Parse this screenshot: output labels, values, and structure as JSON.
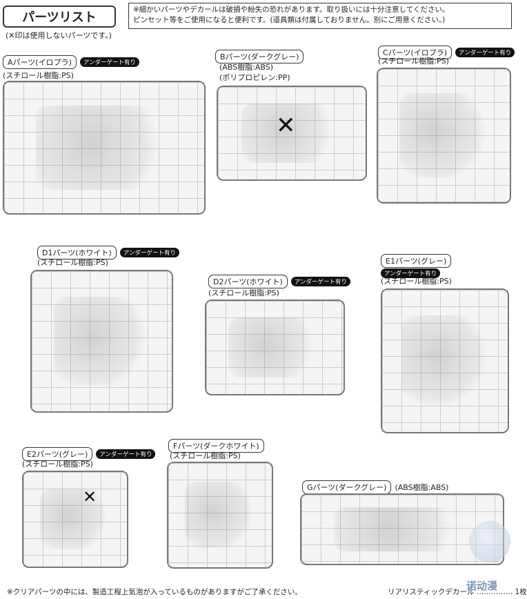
{
  "header": {
    "title": "パーツリスト",
    "unused_note": "(✕印は使用しないパーツです。)",
    "notice_lines": [
      "※細かいパーツやデカールは破損や紛失の恐れがあります。取り扱いには十分注意してください。",
      "ピンセット等をご使用になると便利です。(道具類は付属しておりません。別にご用意ください。)"
    ]
  },
  "sections": {
    "a": {
      "title": "Aパーツ(イロプラ)",
      "badge": "アンダーゲート有り",
      "materials": [
        "(スチロール樹脂:PS)"
      ]
    },
    "b": {
      "title": "Bパーツ(ダークグレー)",
      "badge": "",
      "materials": [
        "(ABS樹脂:ABS)",
        "(ポリプロピレン:PP)"
      ]
    },
    "c": {
      "title": "Cパーツ(イロプラ)",
      "badge": "アンダーゲート有り",
      "materials": [
        "(スチロール樹脂:PS)"
      ]
    },
    "d1": {
      "title": "D1パーツ(ホワイト)",
      "badge": "アンダーゲート有り",
      "materials": [
        "(スチロール樹脂:PS)"
      ]
    },
    "d2": {
      "title": "D2パーツ(ホワイト)",
      "badge": "アンダーゲート有り",
      "materials": [
        "(スチロール樹脂:PS)"
      ]
    },
    "e1": {
      "title": "E1パーツ(グレー)",
      "badge": "アンダーゲート有り",
      "materials": [
        "(スチロール樹脂:PS)"
      ]
    },
    "e2": {
      "title": "E2パーツ(グレー)",
      "badge": "アンダーゲート有り",
      "materials": [
        "(スチロール樹脂:PS)"
      ]
    },
    "f": {
      "title": "Fパーツ(ダークホワイト)",
      "badge": "",
      "materials": [
        "(スチロール樹脂:PS)"
      ]
    },
    "g": {
      "title": "Gパーツ(ダークグレー)",
      "badge": "",
      "materials": [
        "(ABS樹脂:ABS)"
      ]
    }
  },
  "footer": {
    "left_note": "※クリアパーツの中には、製造工程上気泡が入っているものがありますがご了承ください。",
    "right_note": "リアリスティックデカール …………… 1枚"
  },
  "watermark": {
    "text": "诺动漫"
  }
}
